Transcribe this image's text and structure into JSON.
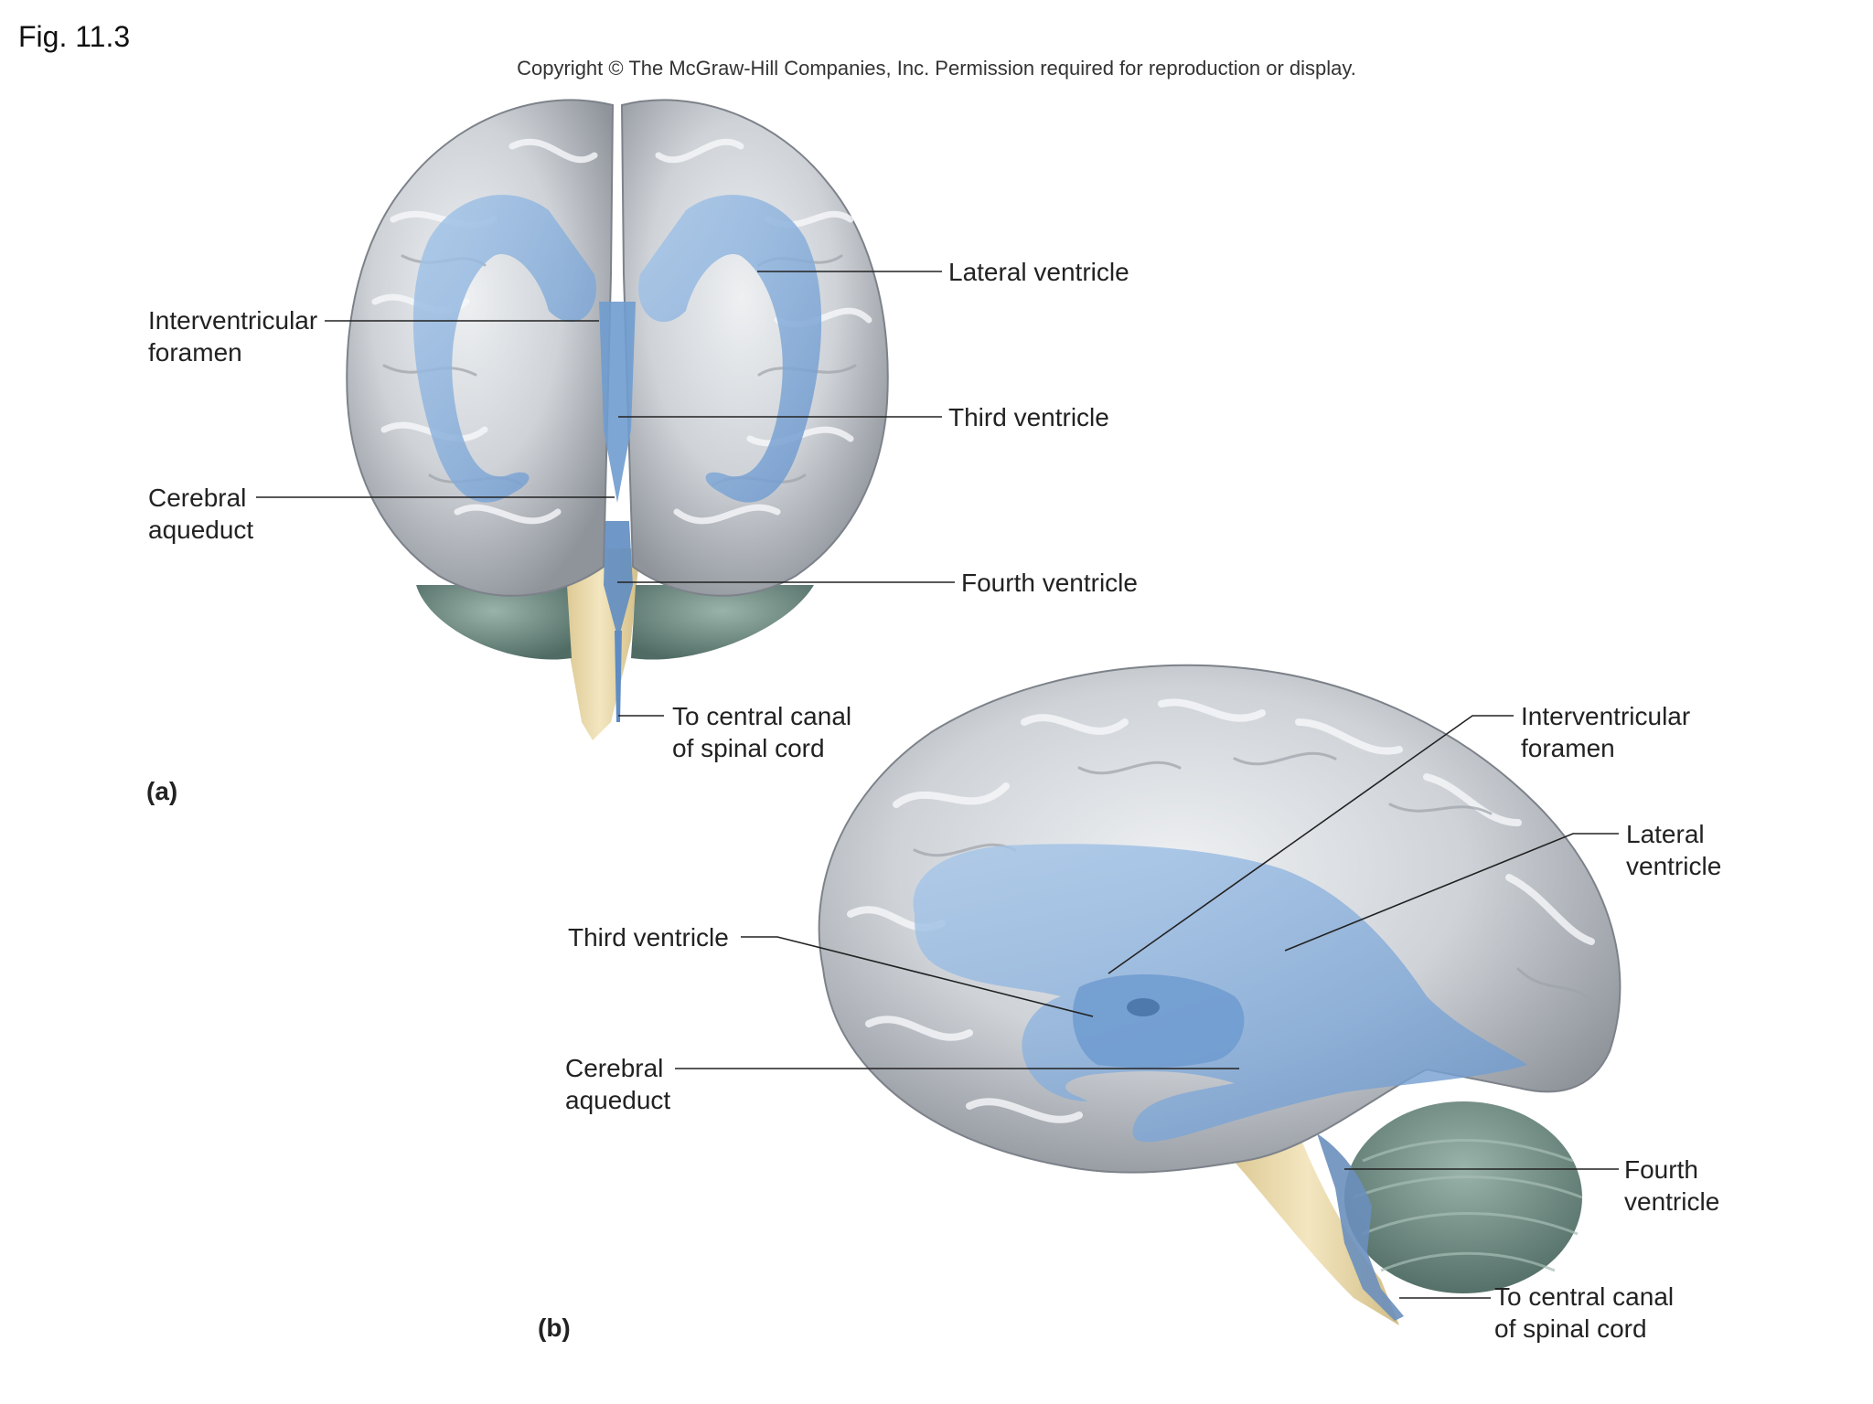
{
  "figure": {
    "number": "Fig. 11.3",
    "copyright": "Copyright © The McGraw-Hill Companies, Inc. Permission required for reproduction or display."
  },
  "panel_a": {
    "panel_label": "(a)",
    "labels": {
      "interventricular_foramen": [
        "Interventricular",
        "foramen"
      ],
      "cerebral_aqueduct": [
        "Cerebral",
        "aqueduct"
      ],
      "lateral_ventricle": "Lateral ventricle",
      "third_ventricle": "Third ventricle",
      "fourth_ventricle": "Fourth ventricle",
      "central_canal": [
        "To central canal",
        "of spinal cord"
      ]
    }
  },
  "panel_b": {
    "panel_label": "(b)",
    "labels": {
      "interventricular_foramen": [
        "Interventricular",
        "foramen"
      ],
      "lateral_ventricle": [
        "Lateral",
        "ventricle"
      ],
      "third_ventricle": "Third ventricle",
      "cerebral_aqueduct": [
        "Cerebral",
        "aqueduct"
      ],
      "fourth_ventricle": [
        "Fourth",
        "ventricle"
      ],
      "central_canal": [
        "To central canal",
        "of spinal cord"
      ]
    }
  },
  "colors": {
    "cerebrum": "#cfd3d8",
    "cerebrum_shadow": "#9ea3aa",
    "gyri_lines": "#f4f6f8",
    "ventricle": "#7fa9d6",
    "ventricle_dark": "#5b85b8",
    "cerebellum": "#6f8f86",
    "brainstem": "#e8d7a8",
    "leader_line": "#222222"
  }
}
